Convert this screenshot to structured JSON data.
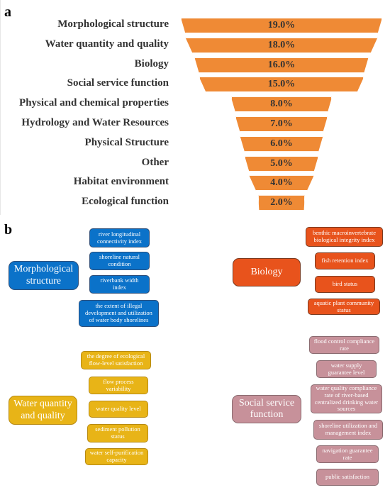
{
  "panel_a": {
    "label": "a",
    "chart_data": {
      "type": "bar",
      "categories": [
        "Morphological structure",
        "Water quantity and quality",
        "Biology",
        "Social service function",
        "Physical and chemical properties",
        "Hydrology and Water Resources",
        "Physical Structure",
        "Other",
        "Habitat environment",
        "Ecological function"
      ],
      "values": [
        19.0,
        18.0,
        16.0,
        15.0,
        8.0,
        7.0,
        6.0,
        5.0,
        4.0,
        2.0
      ],
      "value_labels": [
        "19.0%",
        "18.0%",
        "16.0%",
        "15.0%",
        "8.0%",
        "7.0%",
        "6.0%",
        "5.0%",
        "4.0%",
        "2.0%"
      ],
      "color": "#ef8a35"
    }
  },
  "panel_b": {
    "label": "b",
    "groups": [
      {
        "title": "Morphological structure",
        "color": "blue",
        "items": [
          "river longitudinal connectivity index",
          "shoreline natural condition",
          "riverbank width index",
          "the extent of illegal development and utilization of water body shorelines"
        ]
      },
      {
        "title": "Biology",
        "color": "orange",
        "items": [
          "benthic macroinvertebrate biological integrity index",
          "fish retention index",
          "bird status",
          "aquatic plant community status"
        ]
      },
      {
        "title": "Water quantity and quality",
        "color": "yellow",
        "items": [
          "the degree of ecological flow-level satisfaction",
          "flow process variability",
          "water quality level",
          "sediment pollution status",
          "water self-purification capacity"
        ]
      },
      {
        "title": "Social service function",
        "color": "pink",
        "items": [
          "flood control compliance rate",
          "water supply guarantee level",
          "water quality compliance rate of river-based centralized drinking water sources",
          "shoreline utilization and management index",
          "navigation guarantee rate",
          "public satisfaction"
        ]
      }
    ]
  }
}
